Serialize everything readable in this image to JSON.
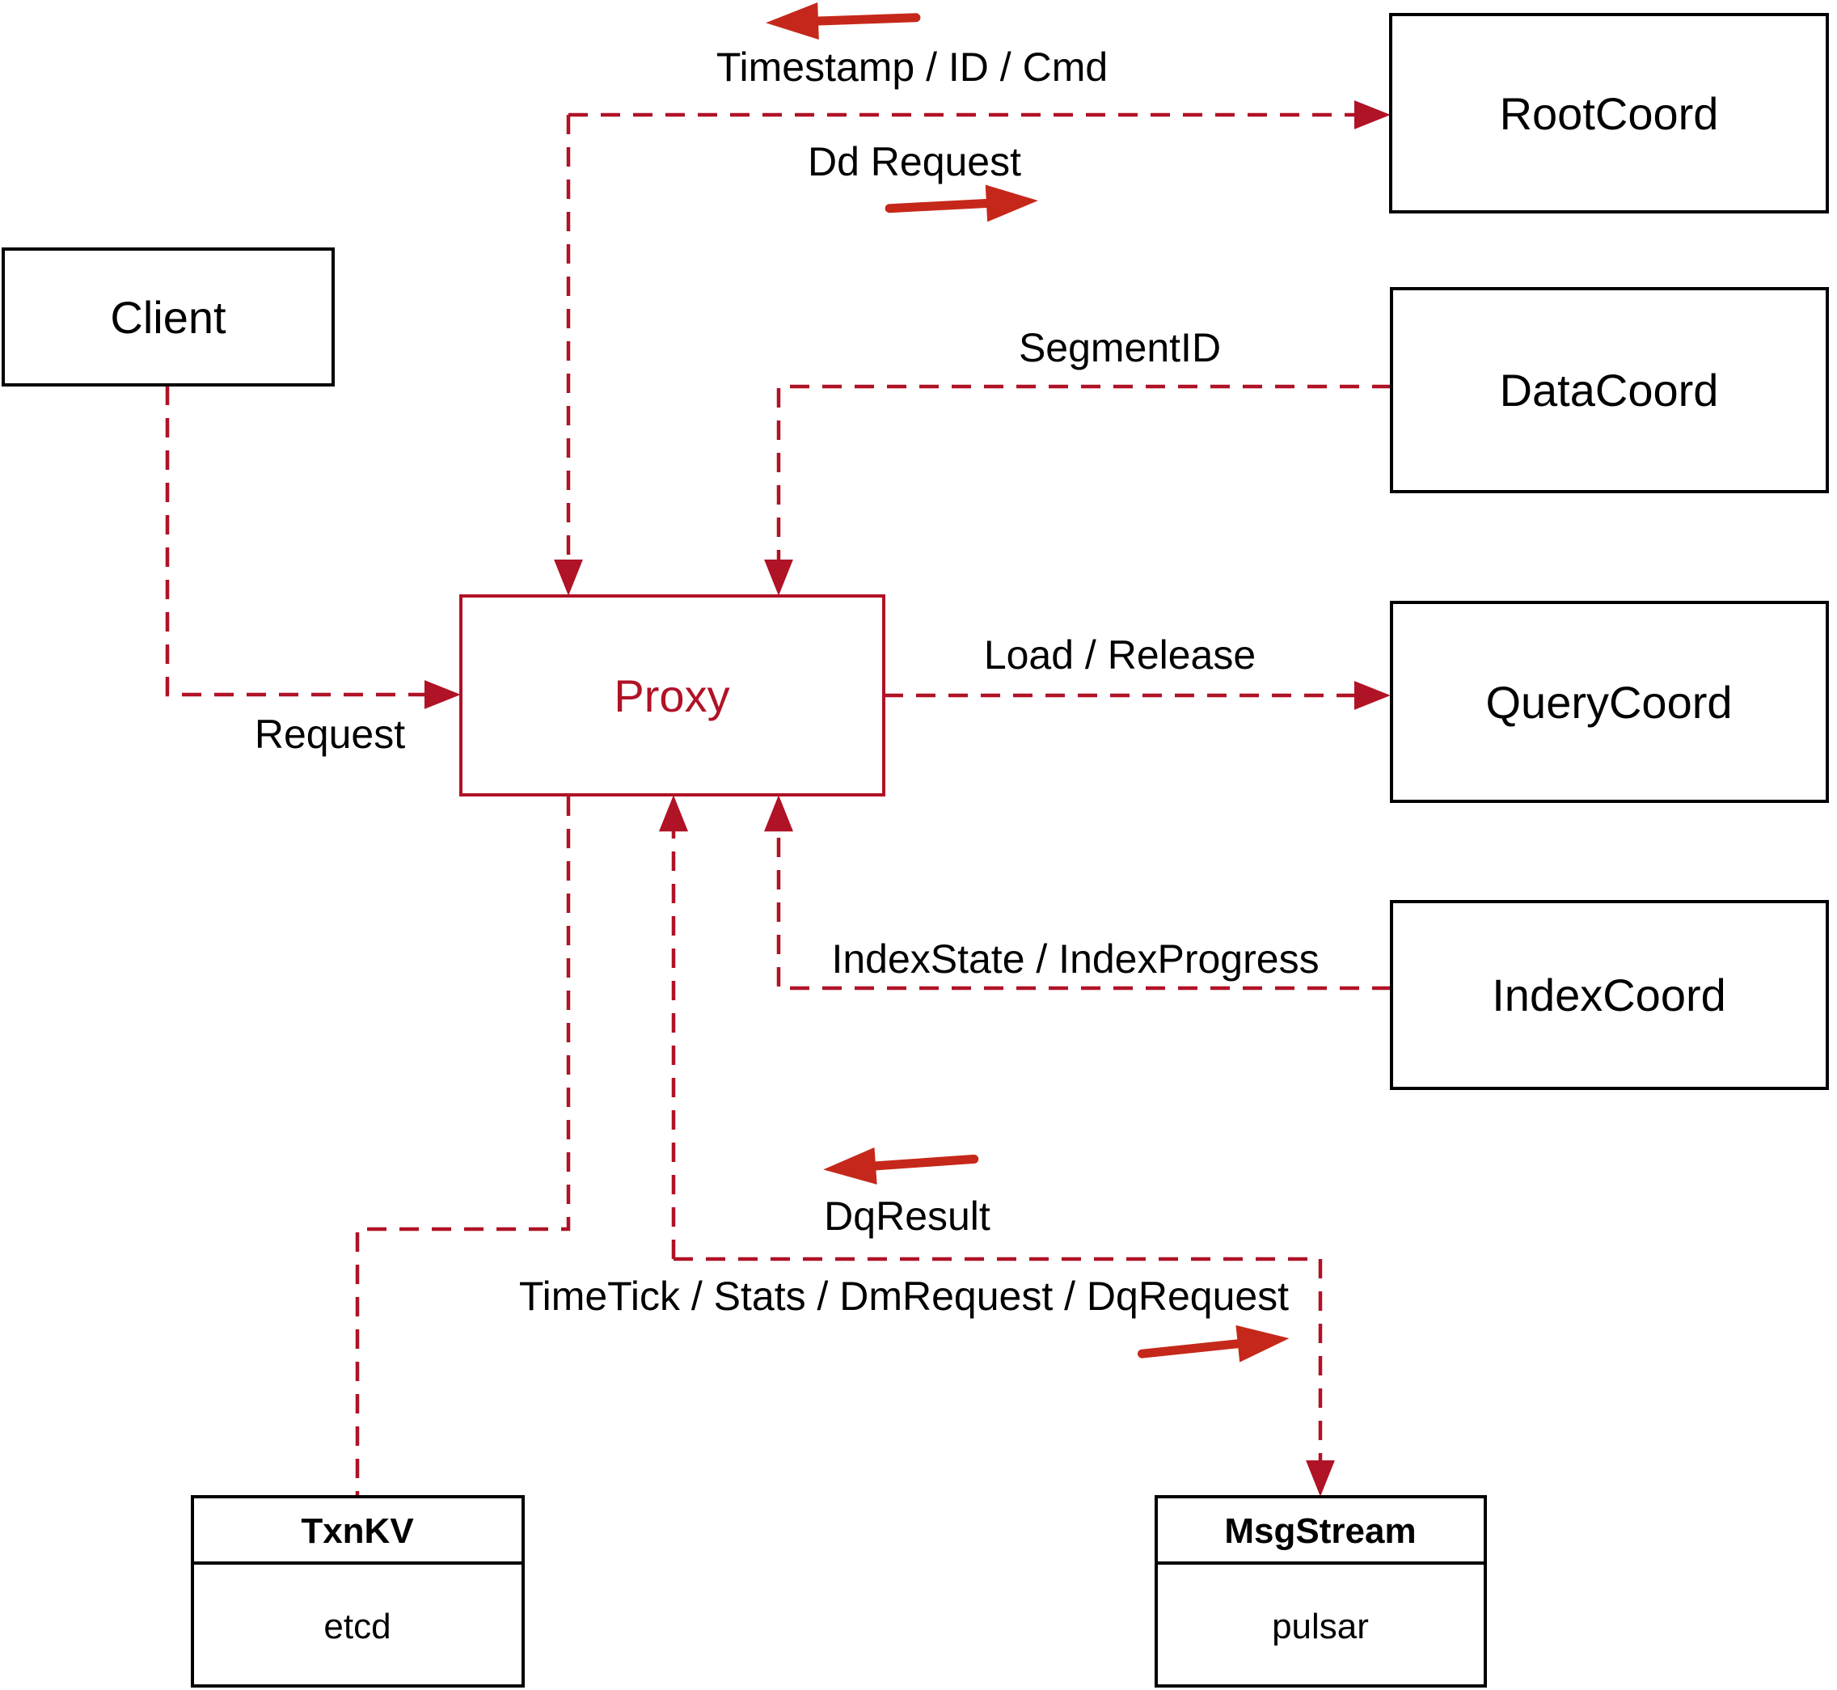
{
  "page": {
    "background": "#ffffff"
  },
  "colors": {
    "dashed_line_red": "#b01226",
    "solid_arrow_red": "#c5281a",
    "proxy_red": "#b01226",
    "box_border_black": "#000000",
    "text_black": "#000000"
  },
  "nodes": {
    "client": {
      "label": "Client"
    },
    "proxy": {
      "label": "Proxy"
    },
    "root_coord": {
      "label": "RootCoord"
    },
    "data_coord": {
      "label": "DataCoord"
    },
    "query_coord": {
      "label": "QueryCoord"
    },
    "index_coord": {
      "label": "IndexCoord"
    },
    "txn_kv": {
      "title": "TxnKV",
      "implementation": "etcd"
    },
    "msg_stream": {
      "title": "MsgStream",
      "implementation": "pulsar"
    }
  },
  "edges": {
    "client_to_proxy": {
      "label": "Request"
    },
    "proxy_rootcoord": {
      "response_label": "Timestamp / ID / Cmd",
      "request_label": "Dd Request"
    },
    "datacoord_to_proxy": {
      "label": "SegmentID"
    },
    "proxy_to_querycoord": {
      "label": "Load / Release"
    },
    "indexcoord_to_proxy": {
      "label": "IndexState / IndexProgress"
    },
    "proxy_msgstream": {
      "response_label": "DqResult",
      "request_label": "TimeTick / Stats / DmRequest / DqRequest"
    }
  }
}
